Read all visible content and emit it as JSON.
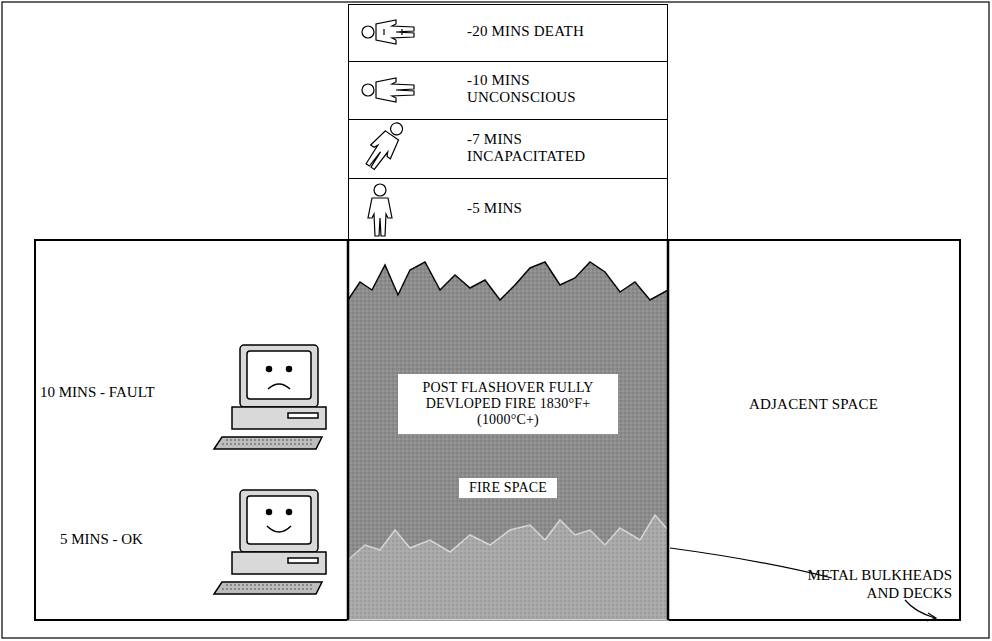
{
  "diagram": {
    "nodes": [
      {
        "text": [
          "-20 MINS DEATH"
        ]
      },
      {
        "text": [
          "-10 MINS UNCONSCIOUS"
        ]
      },
      {
        "text": [
          "-7 MINS INCAPACITATED"
        ]
      },
      {
        "text": [
          "-5 MINS"
        ]
      },
      {
        "text": [
          "POST FLASHOVER FULLY DEVLOPED FIRE 1830°F+ (1000°C+)",
          "FIRE SPACE"
        ]
      },
      {
        "text": [
          "ADJACENT SPACE"
        ]
      }
    ],
    "labels": [
      "10 MINS - FAULT",
      "5 MINS - OK",
      "METAL BULKHEADS AND DECKS"
    ]
  }
}
